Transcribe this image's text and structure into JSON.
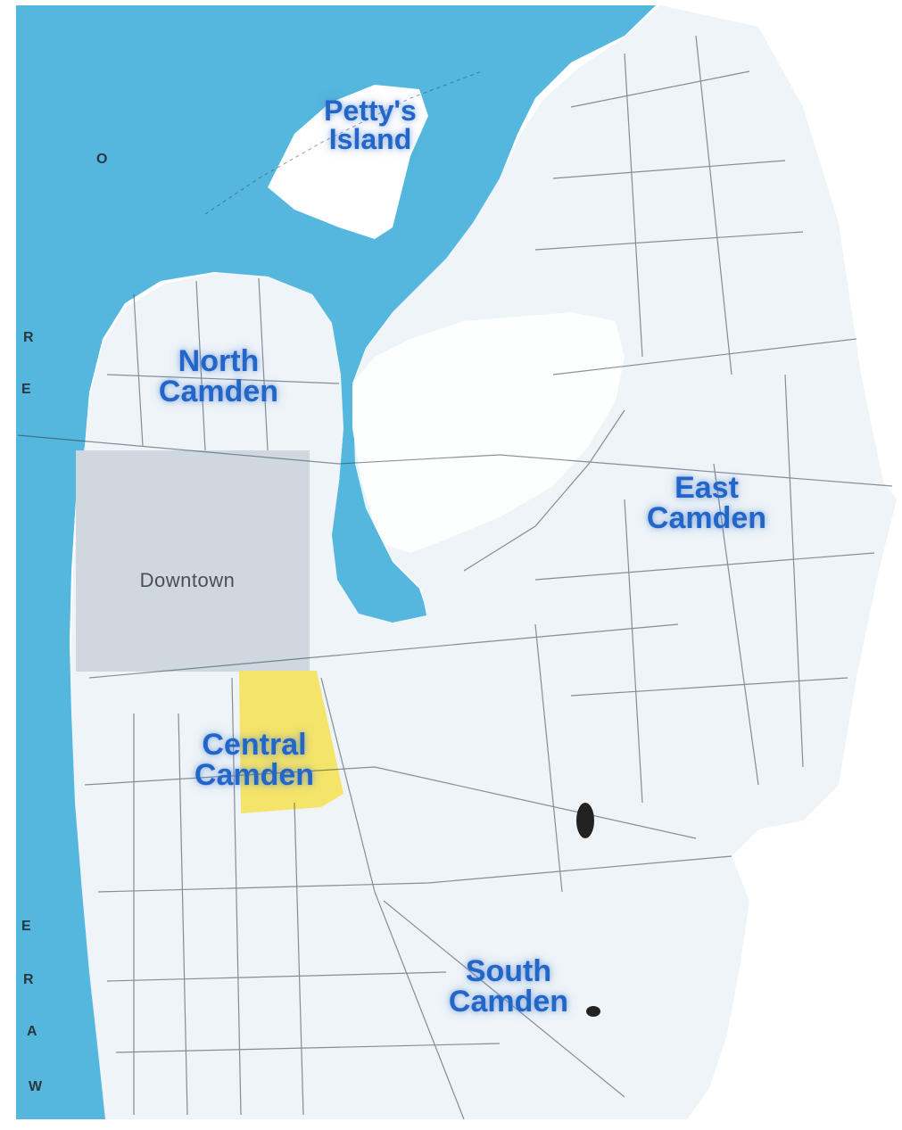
{
  "map": {
    "colors": {
      "water": "#55b7dd",
      "land": "#eef4f8",
      "downtown": "#cfd8de",
      "central_highlight": "#f4e46a",
      "street_lines": "#2b3b4a",
      "label_text": "#2266c8"
    },
    "regions": {
      "pettys_island": {
        "line1": "Petty's",
        "line2": "Island"
      },
      "north_camden": {
        "line1": "North",
        "line2": "Camden"
      },
      "east_camden": {
        "line1": "East",
        "line2": "Camden"
      },
      "central_camden": {
        "line1": "Central",
        "line2": "Camden"
      },
      "south_camden": {
        "line1": "South",
        "line2": "Camden"
      },
      "downtown": {
        "label": "Downtown"
      }
    },
    "river_letters": [
      "O",
      "R",
      "E",
      "E",
      "R",
      "A",
      "W"
    ]
  }
}
